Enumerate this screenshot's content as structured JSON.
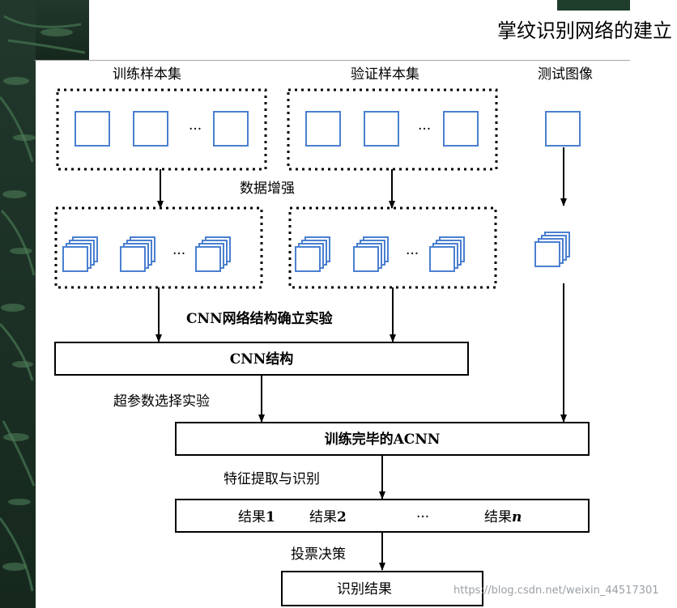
{
  "slide": {
    "title": "掌纹识别网络的建立",
    "watermark": "https://blog.csdn.net/weixin_44517301"
  },
  "diagram": {
    "headers": {
      "train": "训练样本集",
      "val": "验证样本集",
      "test": "测试图像"
    },
    "ellipsis": "···",
    "augment_label": "数据增强",
    "cnn_experiment_label": "CNN网络结构确立实验",
    "cnn_structure_label": "CNN结构",
    "hyperparam_label": "超参数选择实验",
    "trained_label": "训练完毕的ACNN",
    "feature_label": "特征提取与识别",
    "results": [
      {
        "prefix": "结果",
        "index": "1"
      },
      {
        "prefix": "结果",
        "index": "2"
      },
      {
        "prefix": "结果",
        "index": "n"
      }
    ],
    "results_ellipsis": "···",
    "vote_label": "投票决策",
    "final_label": "识别结果",
    "colors": {
      "square_stroke": "#4a7fd0",
      "line": "#000000",
      "background_green": "#1f3d2b"
    }
  }
}
